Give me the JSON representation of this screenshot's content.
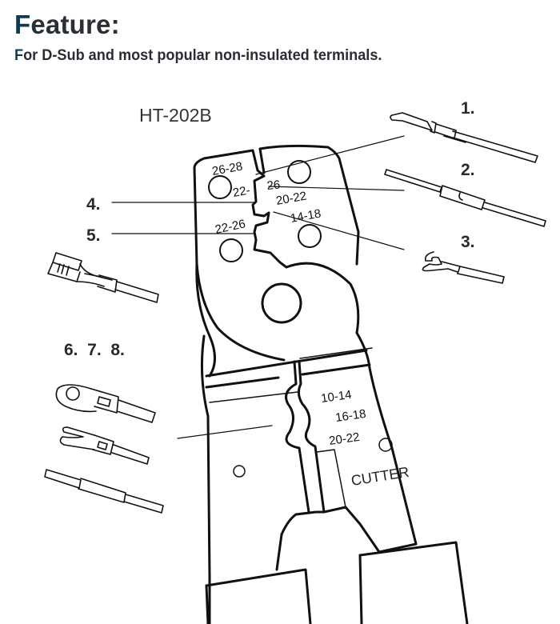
{
  "header": {
    "title_first": "F",
    "title_rest": "eature:",
    "subtitle_first": "F",
    "subtitle_rest": "or D-Sub and most popular non-insulated terminals."
  },
  "tool": {
    "model": "HT-202B",
    "upper_die_labels": {
      "a": "26-28",
      "b": "22-",
      "c": "26",
      "d": "20-22",
      "e": "14-18",
      "f": "22-26"
    },
    "lower_die_labels": [
      "10-14",
      "16-18",
      "20-22"
    ],
    "cutter_label": "CUTTER"
  },
  "callouts": {
    "n1": "1.",
    "n2": "2.",
    "n3": "3.",
    "n4": "4.",
    "n5": "5.",
    "n678": "6.  7.  8."
  },
  "colors": {
    "title": "#2a2f36",
    "title_accent": "#0f3a50",
    "line": "#111111"
  }
}
